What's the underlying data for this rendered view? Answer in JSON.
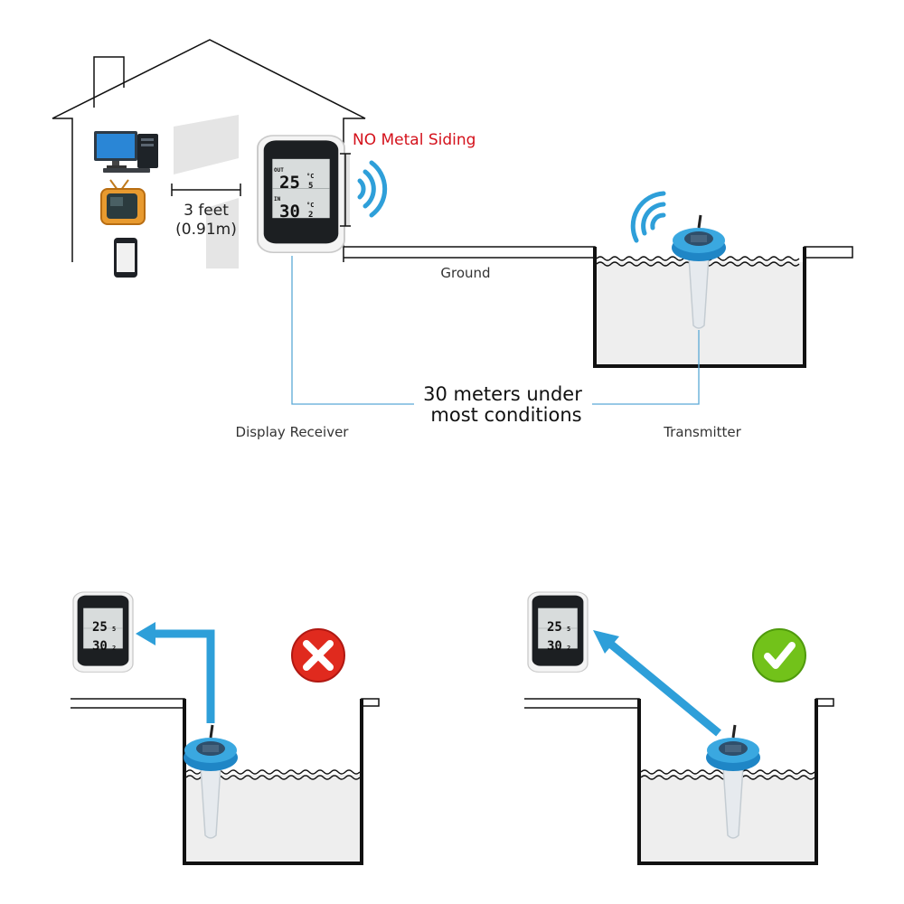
{
  "colors": {
    "outline": "#111111",
    "wifi_blue": "#2e9fd9",
    "guide_line": "#5aa9d6",
    "warning_red": "#d4111b",
    "cross_bg": "#e02a1e",
    "check_bg": "#72c21a",
    "water": "#eeeeee",
    "lcd_bg": "#d8dcdc",
    "device_body": "#1c1f22"
  },
  "top_diagram": {
    "devices_icons": [
      "computer-icon",
      "tv-icon",
      "smartphone-icon"
    ],
    "distance_label_line1": "3 feet",
    "distance_label_line2": "(0.91m)",
    "warning_label": "NO Metal Siding",
    "ground_label": "Ground",
    "range_label_line1": "30 meters under",
    "range_label_line2": "most conditions",
    "receiver_label": "Display Receiver",
    "transmitter_label": "Transmitter",
    "display": {
      "out_tag": "OUT",
      "in_tag": "IN",
      "out_value": "25",
      "out_decimal": "5",
      "in_value": "30",
      "in_decimal": "2",
      "unit": "°C"
    }
  },
  "bottom_left": {
    "status": "incorrect",
    "icon": "cross-icon"
  },
  "bottom_right": {
    "status": "correct",
    "icon": "check-icon"
  }
}
